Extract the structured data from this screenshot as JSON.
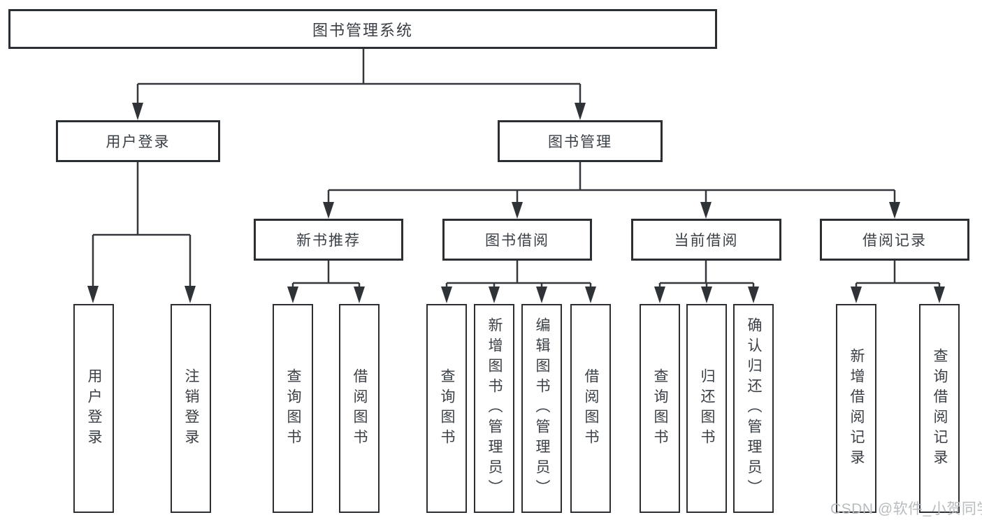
{
  "root": {
    "label": "图书管理系统"
  },
  "level2": [
    {
      "label": "用户登录"
    },
    {
      "label": "图书管理"
    }
  ],
  "level3": [
    {
      "label": "新书推荐"
    },
    {
      "label": "图书借阅"
    },
    {
      "label": "当前借阅"
    },
    {
      "label": "借阅记录"
    }
  ],
  "leaves": {
    "user_login": [
      {
        "label": "用户登录"
      },
      {
        "label": "注销登录"
      }
    ],
    "new_book": [
      {
        "label": "查询图书"
      },
      {
        "label": "借阅图书"
      }
    ],
    "book_borrow": [
      {
        "label": "查询图书"
      },
      {
        "label": "新增图书（管理员）"
      },
      {
        "label": "编辑图书（管理员）"
      },
      {
        "label": "借阅图书"
      }
    ],
    "current_borrow": [
      {
        "label": "查询图书"
      },
      {
        "label": "归还图书"
      },
      {
        "label": "确认归还（管理员）"
      }
    ],
    "borrow_records": [
      {
        "label": "新增借阅记录"
      },
      {
        "label": "查询借阅记录"
      }
    ]
  },
  "watermark": "CSDN @软件_小贺同学",
  "colors": {
    "line": "#34383c",
    "box_border": "#2b2f33",
    "text": "#3a4046",
    "watermark": "#b9bcbe",
    "background": "#ffffff"
  }
}
